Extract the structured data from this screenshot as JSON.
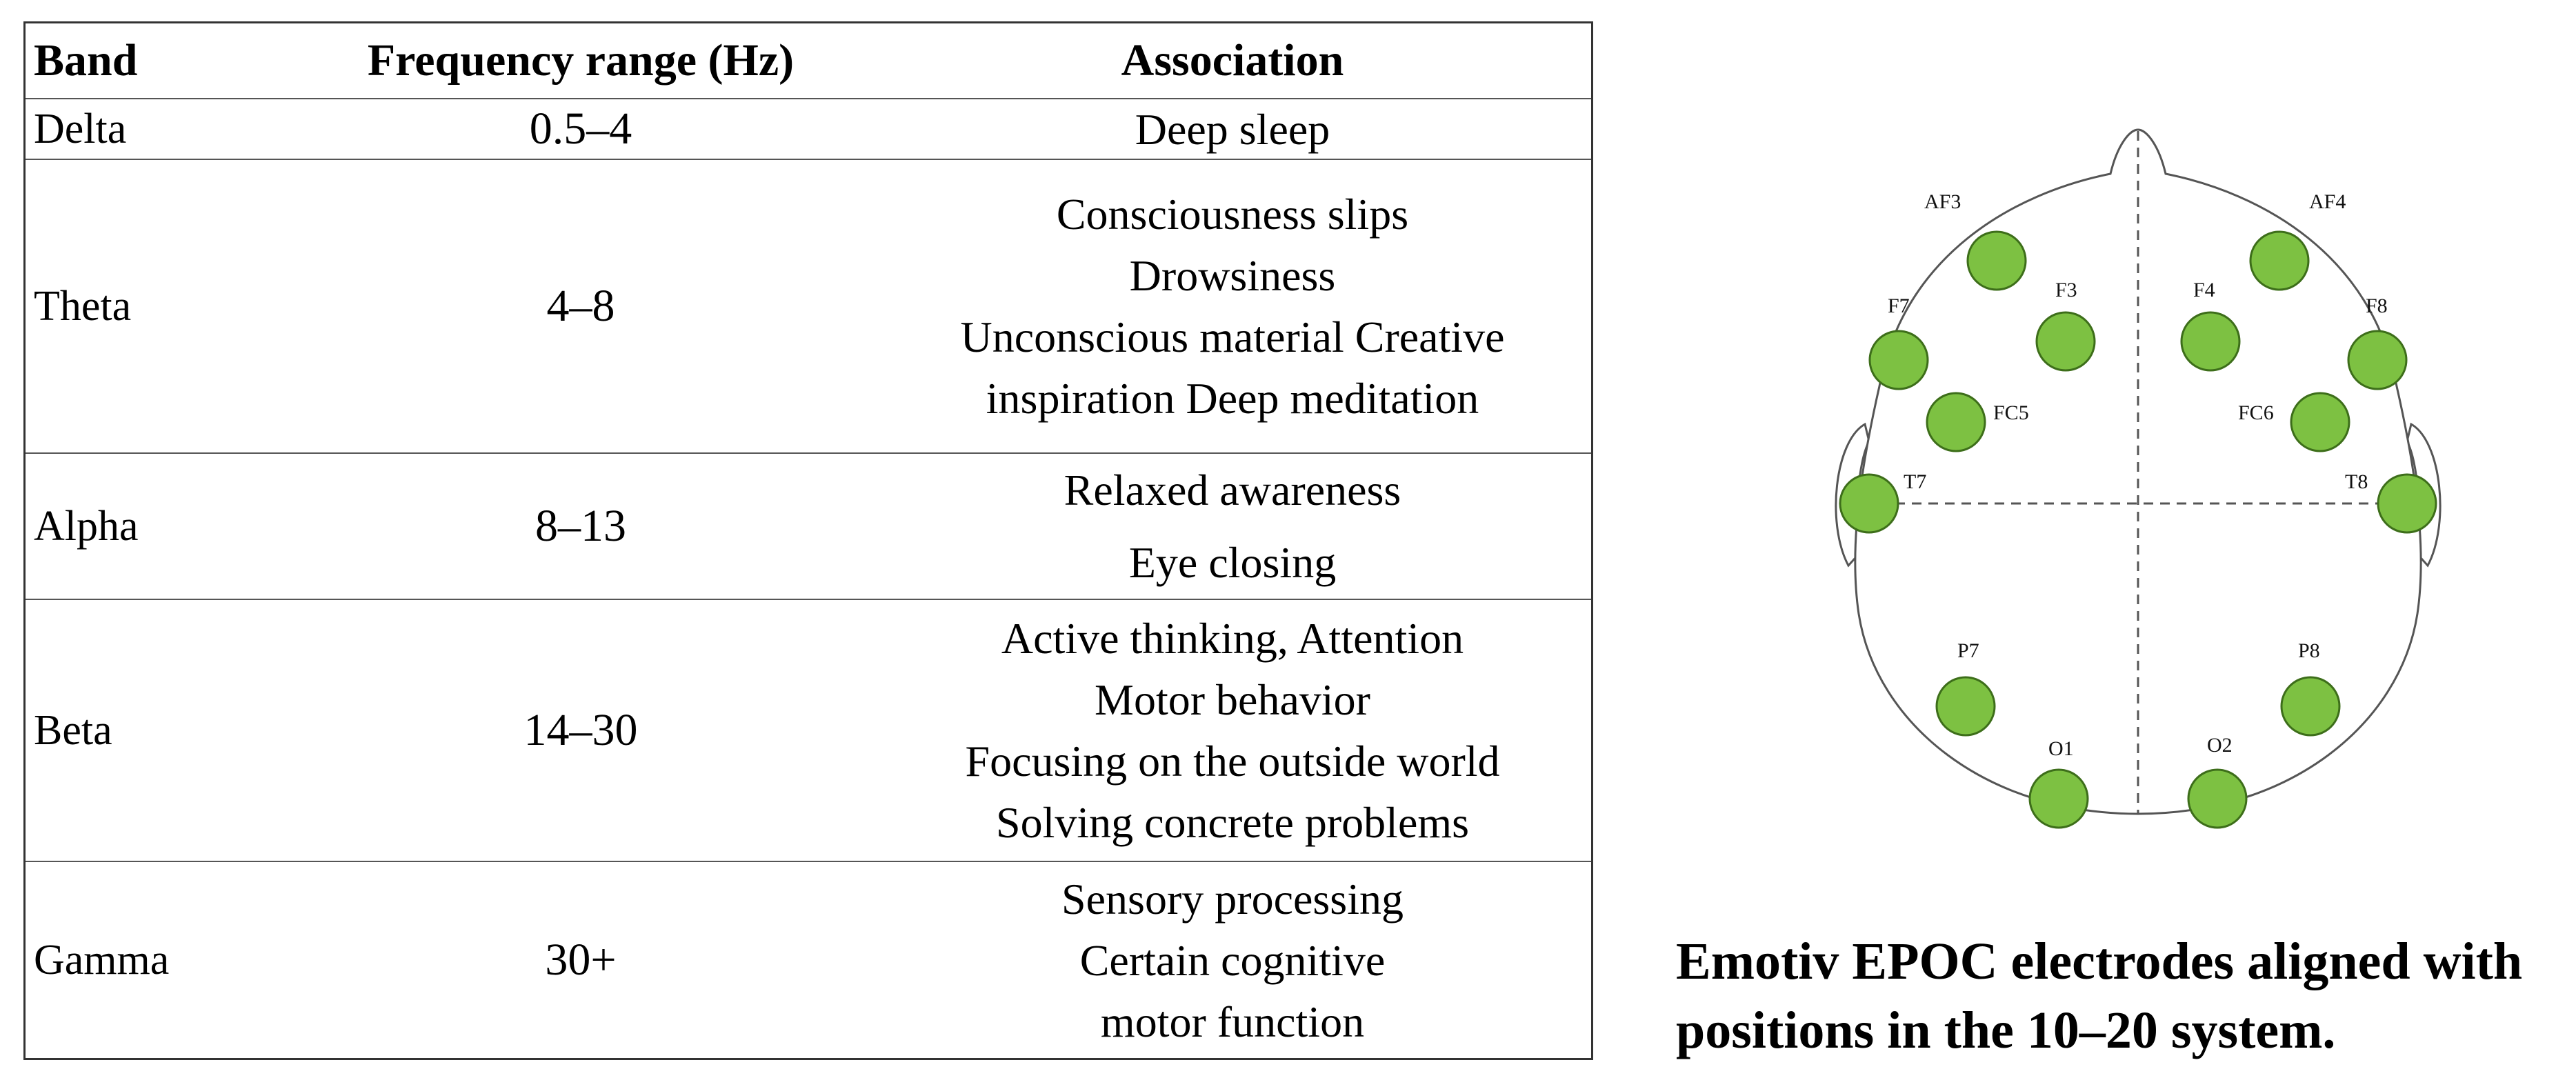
{
  "table": {
    "headers": [
      "Band",
      "Frequency range (Hz)",
      "Association"
    ],
    "rows": [
      {
        "band": "Delta",
        "freq": "0.5–4",
        "assoc": [
          "Deep sleep"
        ]
      },
      {
        "band": "Theta",
        "freq": "4–8",
        "assoc": [
          "Consciousness slips",
          "Drowsiness",
          "Unconscious material Creative",
          "inspiration Deep meditation"
        ]
      },
      {
        "band": "Alpha",
        "freq": "8–13",
        "assoc": [
          "Relaxed awareness",
          "Eye closing"
        ]
      },
      {
        "band": "Beta",
        "freq": "14–30",
        "assoc": [
          "Active thinking, Attention",
          "Motor behavior",
          "Focusing on the outside world",
          "Solving concrete problems"
        ]
      },
      {
        "band": "Gamma",
        "freq": "30+",
        "assoc": [
          "Sensory processing",
          "Certain cognitive",
          "motor function"
        ]
      }
    ]
  },
  "figure": {
    "electrode_color": "#7dc142",
    "electrode_stroke": "#3d6e1a",
    "electrodes": [
      "AF3",
      "AF4",
      "F7",
      "F3",
      "F4",
      "F8",
      "FC5",
      "FC6",
      "T7",
      "T8",
      "P7",
      "P8",
      "O1",
      "O2"
    ]
  },
  "caption": "Emotiv EPOC electrodes aligned with positions in the 10–20 system."
}
